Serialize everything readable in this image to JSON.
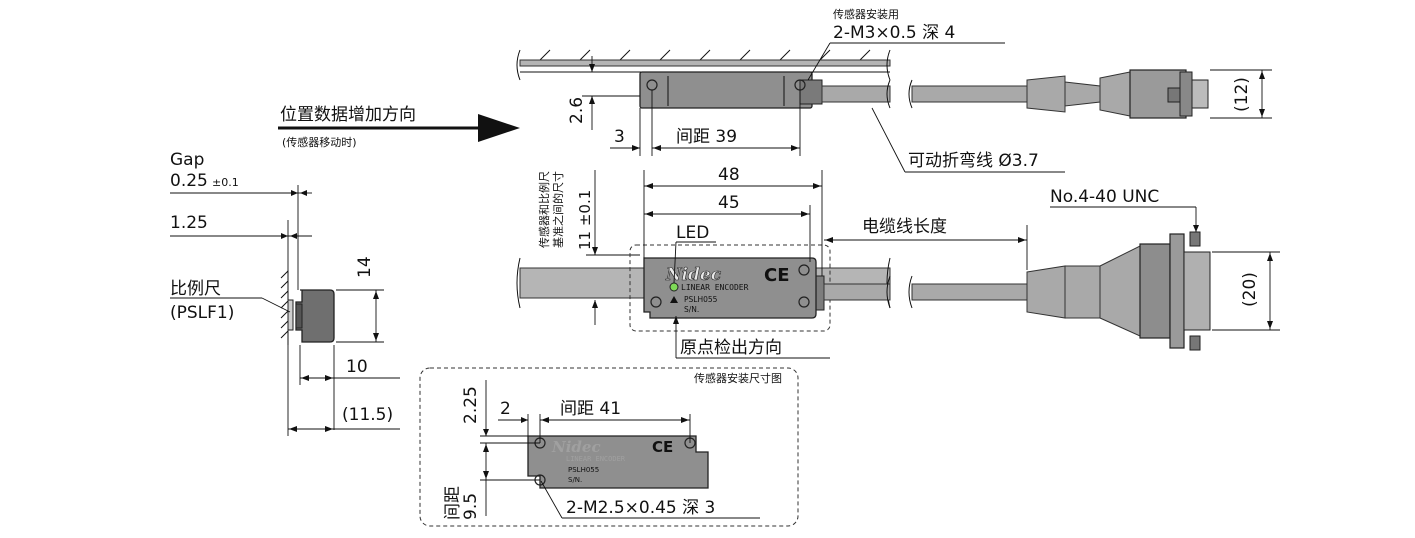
{
  "labels": {
    "sensor_mount": "传感器安装用",
    "sensor_screw": "2-M3×0.5 深 4",
    "direction": "位置数据增加方向",
    "direction_sub": "(传感器移动时)",
    "gap_title": "Gap",
    "gap_value": "0.25",
    "gap_tol": "±0.1",
    "dim_125": "1.25",
    "scale_name": "比例尺",
    "scale_model": "(PSLF1)",
    "dim_14": "14",
    "dim_10": "10",
    "dim_115": "(11.5)",
    "dim_26": "2.6",
    "dim_3": "3",
    "pitch_39": "间距 39",
    "cable_flex": "可动折弯线 Ø3.7",
    "dim_12": "(12)",
    "dim_48": "48",
    "dim_45": "45",
    "dim_11_tol": "11 ±0.1",
    "side_note_1": "传感器和比例尺",
    "side_note_2": "基准之间的尺寸",
    "led": "LED",
    "cable_length": "电缆线长度",
    "unc": "No.4-40 UNC",
    "dim_20": "(20)",
    "origin_dir": "原点检出方向",
    "mount_title": "传感器安装尺寸图",
    "dim_225": "2.25",
    "dim_2": "2",
    "pitch_41": "间距 41",
    "pitch_95_a": "间距",
    "pitch_95_b": "9.5",
    "mount_screw": "2-M2.5×0.45 深 3"
  },
  "sensor_face": {
    "brand": "Nidec",
    "ce": "CE",
    "line": "LINEAR ENCODER",
    "model": "PSLH055",
    "serial": "S/N."
  },
  "colors": {
    "sensor_body": "#8f8f8f",
    "rail": "#b5b5b5",
    "cable": "#a9a9a9",
    "led": "#7ed957"
  }
}
